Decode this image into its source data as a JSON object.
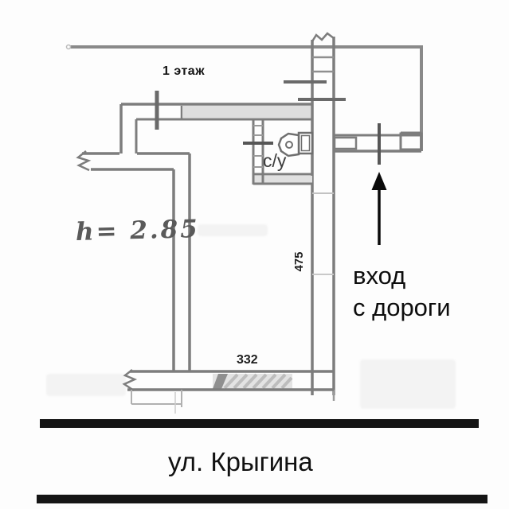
{
  "labels": {
    "floor": "1 этаж",
    "ceiling_height": "h= 2.85",
    "bathroom": "с/у",
    "dim_wall_vertical": "475",
    "dim_wall_bottom": "332",
    "entrance_line1": "вход",
    "entrance_line2": "с дороги",
    "street": "ул. Крыгина"
  },
  "icons": {
    "arrow_up": "entrance-direction-arrow",
    "toilet": "toilet-symbol"
  },
  "colors": {
    "wall_line": "#7d7d7d",
    "dark_tick": "#565656",
    "wall_fill": "#dedede",
    "hatch_fill": "#e3e3e3",
    "text": "#141414",
    "handwriting": "#5a5a5a",
    "street_bar": "#151515",
    "background": "#fdfdfd"
  }
}
